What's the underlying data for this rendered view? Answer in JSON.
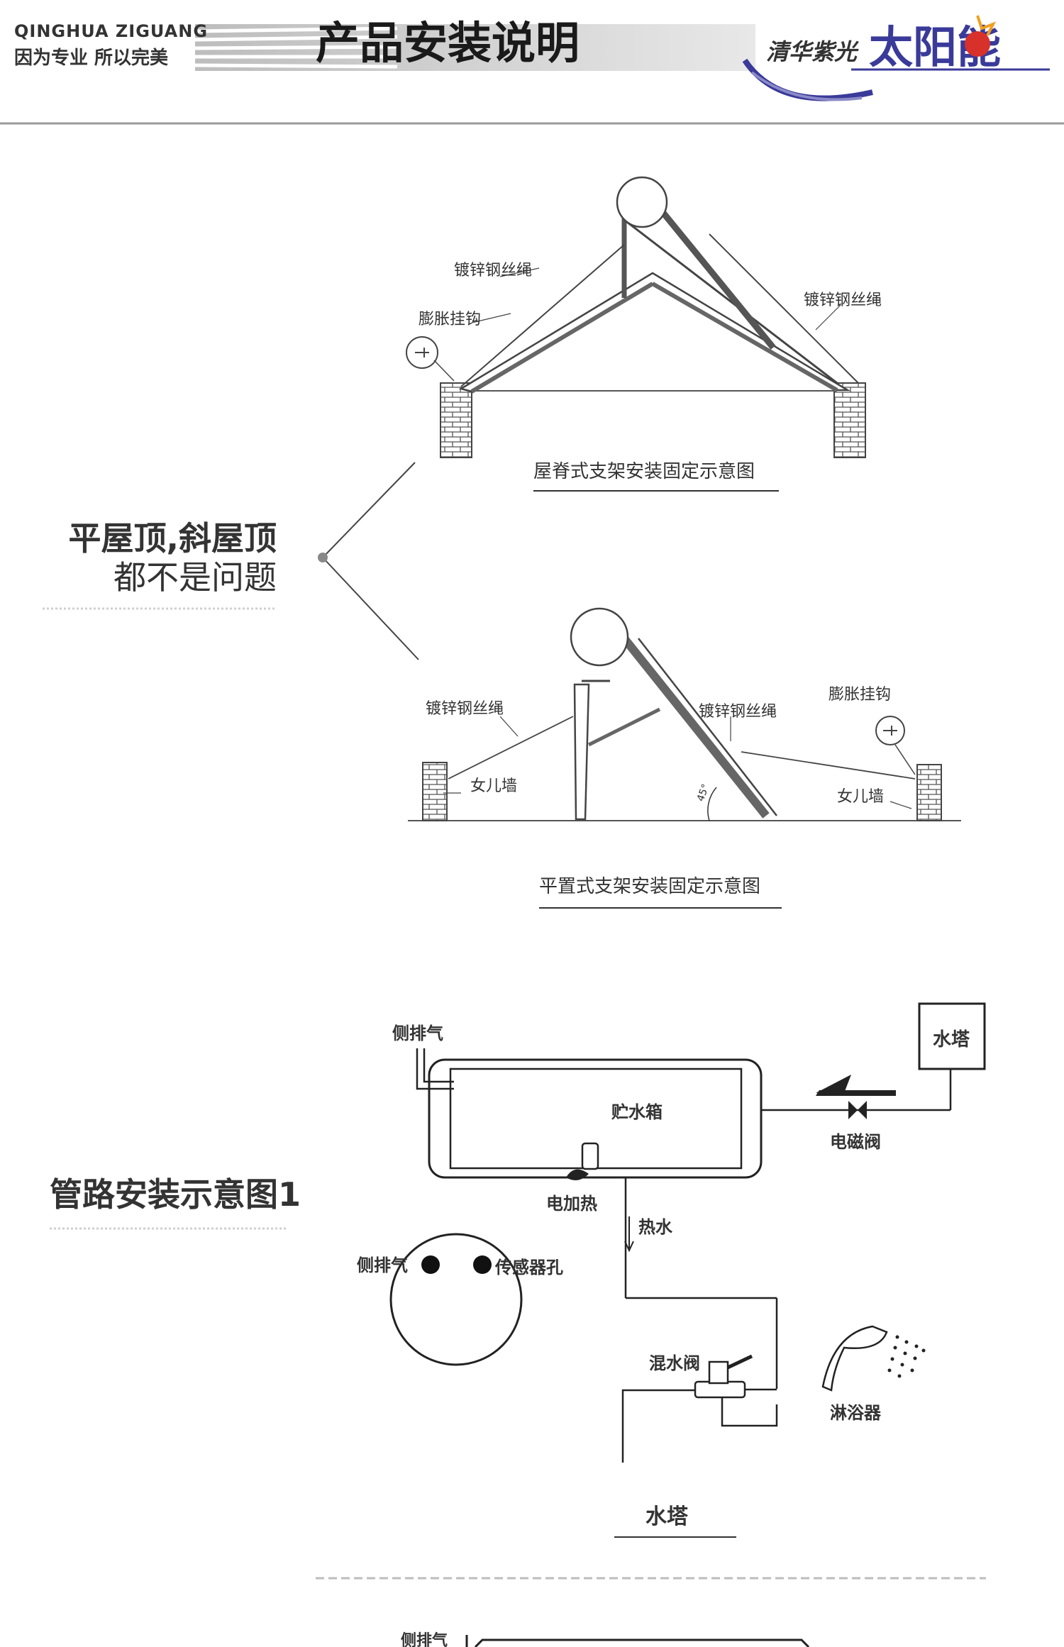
{
  "header": {
    "brand_pinyin": "QINGHUA ZIGUANG",
    "slogan": "因为专业 所以完美",
    "title": "产品安装说明",
    "logo_small": "清华紫光",
    "logo_big": "太阳能",
    "colors": {
      "brand": "#3a3a9a",
      "sun_red": "#d8302a",
      "sun_orange": "#f0a020",
      "rule": "#9a9a9a"
    }
  },
  "intro": {
    "line1": "平屋顶,斜屋顶",
    "line2": "都不是问题"
  },
  "ridge_diagram": {
    "wire_left": "镀锌钢丝绳",
    "hook_left": "膨胀挂钩",
    "wire_right": "镀锌钢丝绳",
    "caption": "屋脊式支架安装固定示意图"
  },
  "flat_diagram": {
    "wire_left": "镀锌钢丝绳",
    "wire_mid": "镀锌钢丝绳",
    "hook_right": "膨胀挂钩",
    "parapet_left": "女儿墙",
    "parapet_right": "女儿墙",
    "angle": "45°",
    "caption": "平置式支架安装固定示意图"
  },
  "pipe_diagram": {
    "title": "管路安装示意图1",
    "side_vent": "侧排气",
    "tank": "贮水箱",
    "water_tower_top": "水塔",
    "solenoid": "电磁阀",
    "heater": "电加热",
    "hot_water": "热水",
    "end_side_vent": "侧排气",
    "sensor_hole": "传感器孔",
    "mixing_valve": "混水阀",
    "shower": "淋浴器",
    "caption": "水塔"
  },
  "footer_peek": {
    "label": "侧排气"
  }
}
